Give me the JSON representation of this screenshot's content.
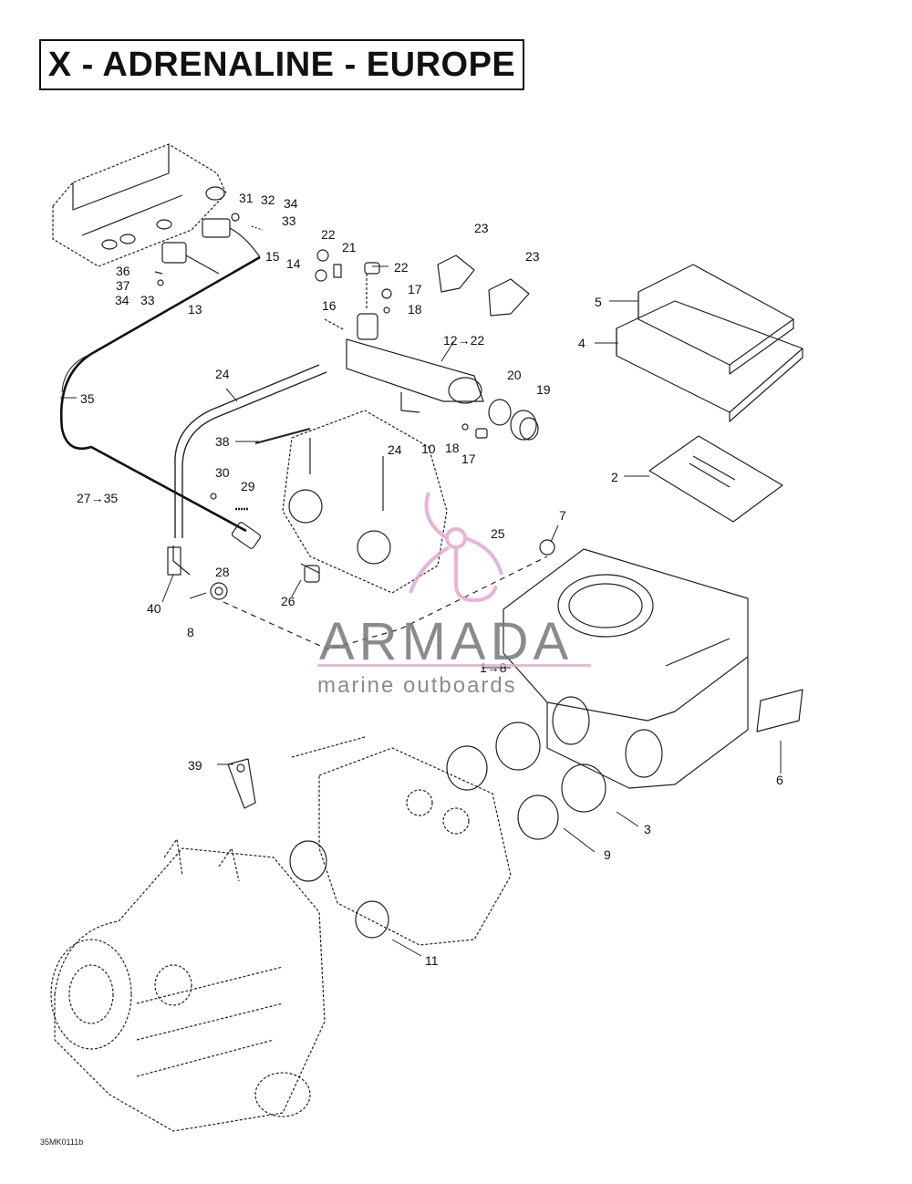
{
  "title": "X - ADRENALINE - EUROPE",
  "reference": "35MK0111b",
  "watermark": {
    "name": "ARMADA",
    "tagline": "marine outboards",
    "accent_color": "#e7a6cf"
  },
  "callouts": {
    "c31": "31",
    "c32": "32",
    "c34a": "34",
    "c33a": "33",
    "c36": "36",
    "c37": "37",
    "c34b": "34",
    "c33b": "33",
    "c15": "15",
    "c14": "14",
    "c13": "13",
    "c22a": "22",
    "c21": "21",
    "c22b": "22",
    "c17a": "17",
    "c18a": "18",
    "c16": "16",
    "c23a": "23",
    "c23b": "23",
    "c5": "5",
    "c4": "4",
    "c12": "12→22",
    "c20": "20",
    "c19": "19",
    "c18b": "18",
    "c17b": "17",
    "c24a": "24",
    "c35": "35",
    "c38": "38",
    "c24b": "24",
    "c10": "10",
    "c2": "2",
    "c30": "30",
    "c29": "29",
    "c27": "27→35",
    "c25": "25",
    "c7": "7",
    "c28": "28",
    "c40": "40",
    "c26": "26",
    "c8": "8",
    "c1": "1→8",
    "c6": "6",
    "c39": "39",
    "c3": "3",
    "c9": "9",
    "c11": "11"
  },
  "colors": {
    "ink": "#111111",
    "line": "#222222"
  }
}
